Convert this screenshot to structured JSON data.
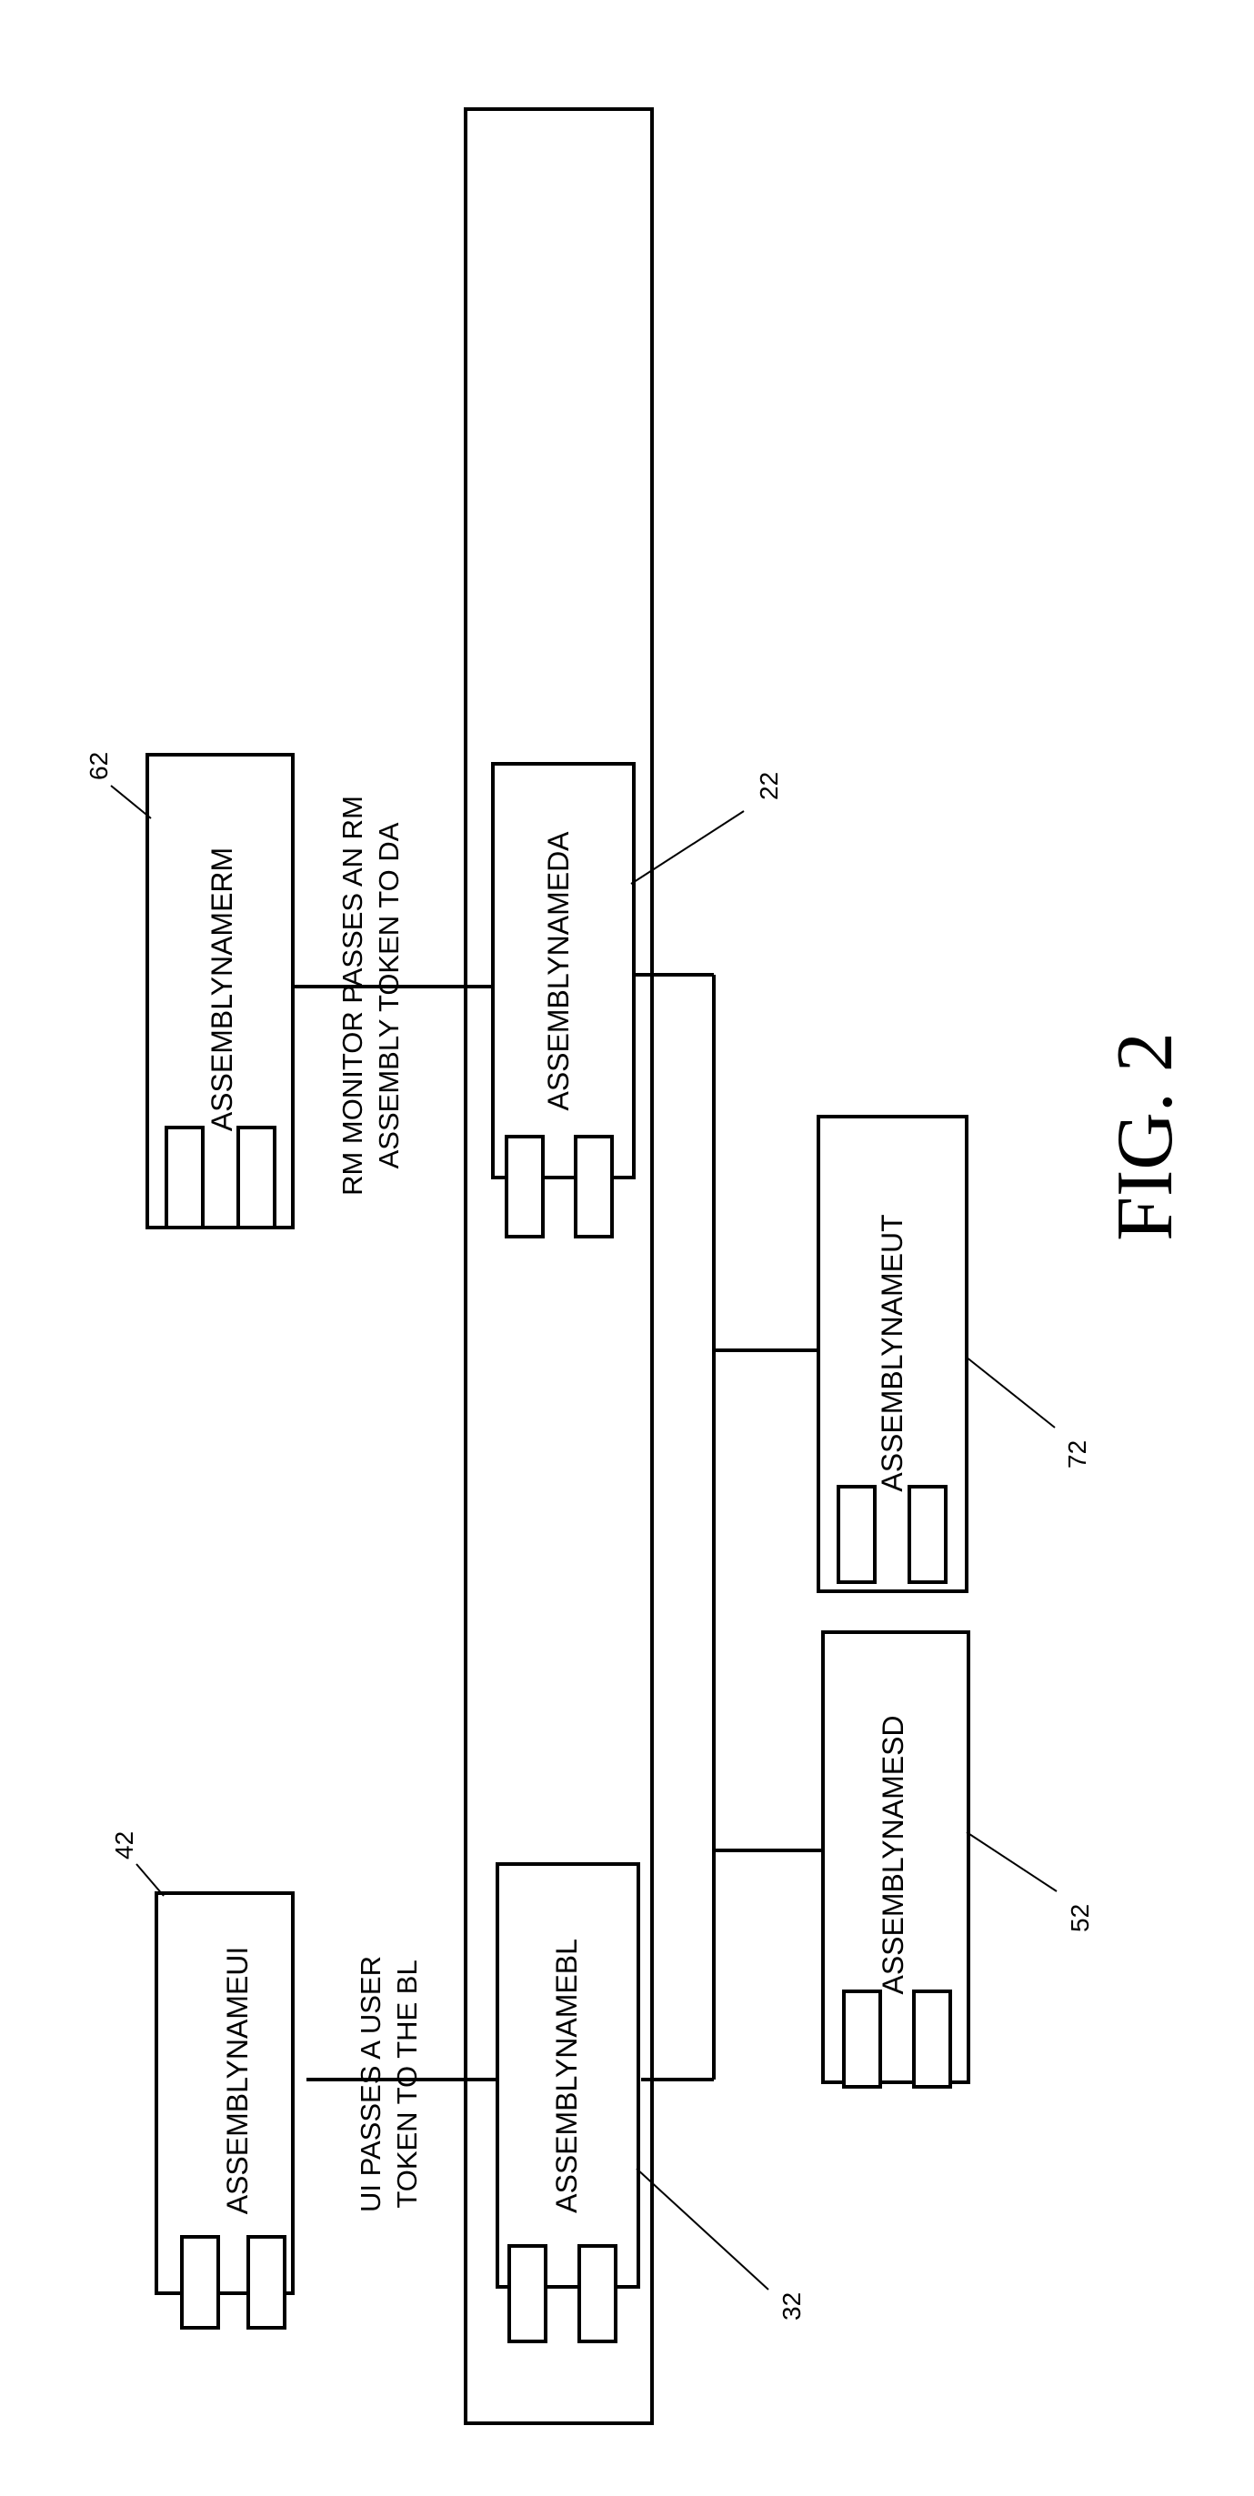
{
  "figure_label": "FIG. 2",
  "container": {
    "reference": ""
  },
  "components": [
    {
      "key": "ui",
      "name": "ASSEMBLYNAMEUI",
      "reference": "42"
    },
    {
      "key": "rm",
      "name": "ASSEMBLYNAMERM",
      "reference": "62"
    },
    {
      "key": "bl",
      "name": "ASSEMBLYNAMEBL",
      "reference": "32"
    },
    {
      "key": "da",
      "name": "ASSEMBLYNAMEDA",
      "reference": "22"
    },
    {
      "key": "sd",
      "name": "ASSEMBLYNAMESD",
      "reference": "52"
    },
    {
      "key": "ut",
      "name": "ASSEMBLYNAMEUT",
      "reference": "72"
    }
  ],
  "annotations": {
    "ui_to_bl": [
      "UI PASSES A USER",
      "TOKEN TO THE BL"
    ],
    "rm_to_da": [
      "RM MONITOR PASSES AN RM",
      "ASSEMBLY TOKEN TO DA"
    ]
  }
}
